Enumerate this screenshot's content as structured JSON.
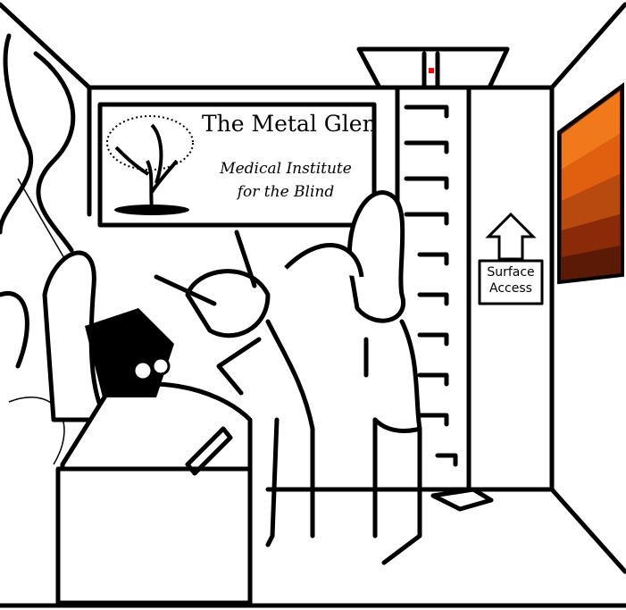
{
  "sign": {
    "title": "The Metal Glen",
    "subtitle": "Medical Institute for the Blind"
  },
  "exit_sign": {
    "label": "Surface Access",
    "icon": "arrow-up-icon"
  },
  "colors": {
    "painting_bands": [
      "#f07a1a",
      "#e06010",
      "#b84a10",
      "#8a2a08",
      "#5a1a05"
    ],
    "indicator_light": "#ff0000"
  }
}
